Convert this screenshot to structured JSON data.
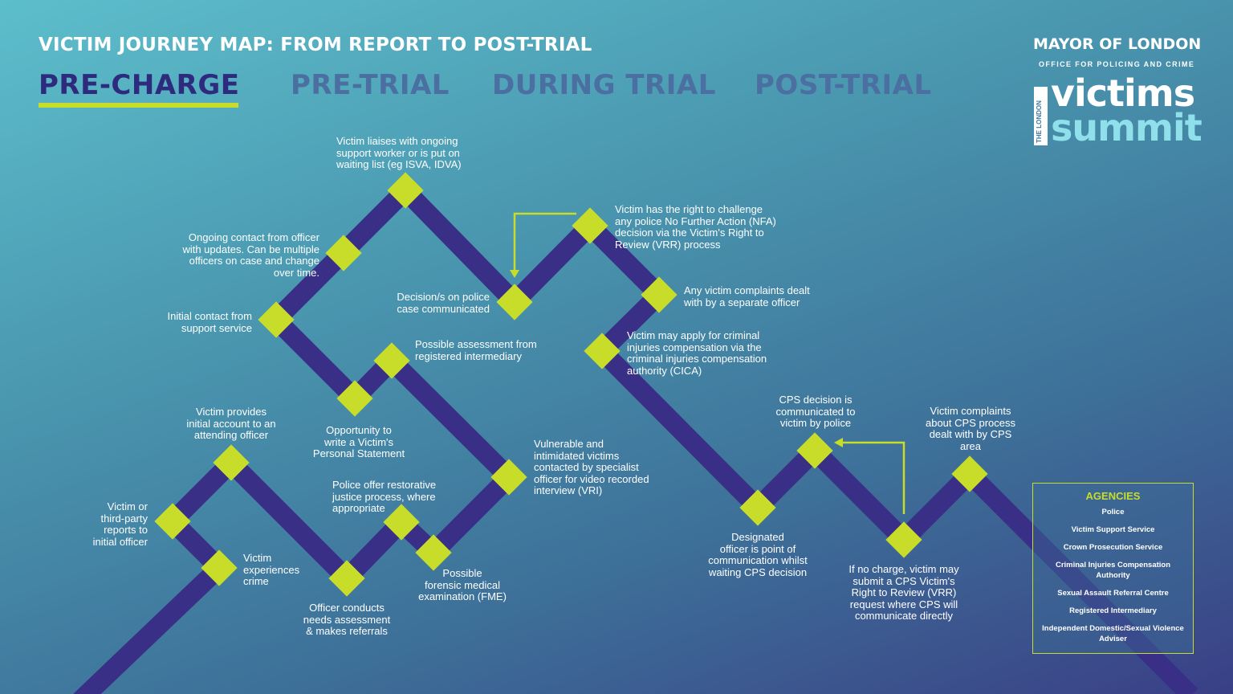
{
  "title": "VICTIM JOURNEY MAP: FROM REPORT TO POST-TRIAL",
  "stages": {
    "pre_charge": "PRE-CHARGE",
    "pre_trial": "PRE-TRIAL",
    "during_trial": "DURING TRIAL",
    "post_trial": "POST-TRIAL",
    "active": "PRE-CHARGE"
  },
  "brand": {
    "mayor": "MAYOR OF LONDON",
    "office": "OFFICE FOR POLICING AND CRIME",
    "the_london": "THE LONDON",
    "victims": "victims",
    "summit": "summit"
  },
  "steps": {
    "victim_experiences_crime": "Victim\nexperiences\ncrime",
    "victim_reports": "Victim or\nthird-party\nreports to\ninitial officer",
    "initial_account": "Victim provides\ninitial account to an\nattending officer",
    "needs_assessment": "Officer conducts\nneeds assessment\n& makes referrals",
    "restorative_justice": "Police offer restorative\njustice process, where\nappropriate",
    "forensic_exam": "Possible\nforensic medical\nexamination (FME)",
    "vri": "Vulnerable and\nintimidated victims\ncontacted by specialist\nofficer for video recorded\ninterview (VRI)",
    "intermediary": "Possible assessment from\nregistered intermediary",
    "personal_statement": "Opportunity to\nwrite a Victim's\nPersonal Statement",
    "initial_contact_support": "Initial contact from\nsupport service",
    "ongoing_contact": "Ongoing contact from officer\nwith updates. Can be multiple\nofficers on case and change\nover time.",
    "support_worker": "Victim liaises with ongoing\nsupport worker or is put on\nwaiting list (eg ISVA, IDVA)",
    "decision_communicated": "Decision/s on police\ncase communicated",
    "right_to_challenge": "Victim has the right to challenge\nany police No Further Action (NFA)\ndecision via the Victim's Right to\nReview (VRR) process",
    "complaints_police": "Any victim complaints dealt\nwith by a separate officer",
    "cica": "Victim may apply for criminal\ninjuries compensation via the\ncriminal injuries compensation\nauthority (CICA)",
    "designated_officer": "Designated\nofficer is point of\ncommunication whilst\nwaiting CPS decision",
    "cps_decision": "CPS decision is\ncommunicated to\nvictim by police",
    "no_charge_vrr": "If no charge, victim may\nsubmit a CPS Victim's\nRight to Review (VRR)\nrequest where CPS will\ncommunicate directly",
    "cps_complaints": "Victim complaints\nabout CPS process\ndealt with by CPS\narea"
  },
  "agencies": {
    "heading": "AGENCIES",
    "items": [
      "Police",
      "Victim Support Service",
      "Crown Prosecution Service",
      "Criminal Injuries Compensation Authority",
      "Sexual Assault Referral Centre",
      "Registered Intermediary",
      "Independent Domestic/Sexual Violence Adviser"
    ]
  },
  "colors": {
    "path": "#3a2f86",
    "node": "#c8dd2a",
    "arrow": "#c8dd2a",
    "active_stage": "#2e2a7e",
    "inactive_stage": "#4a6fa0"
  }
}
